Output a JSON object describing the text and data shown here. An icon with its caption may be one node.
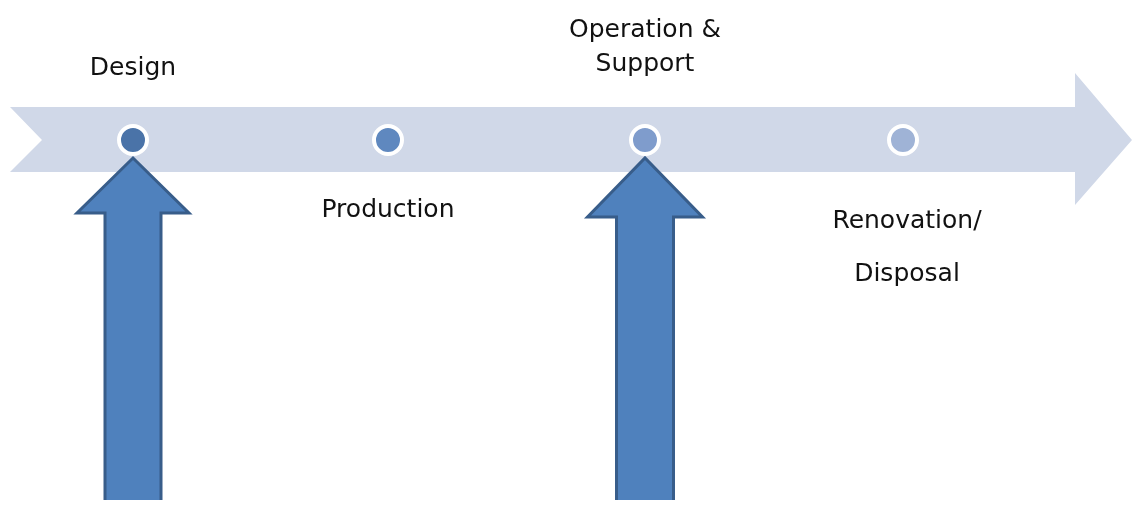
{
  "diagram": {
    "nodes": [
      {
        "text": [],
        "shape": "circle",
        "beside": [
          "Design"
        ]
      },
      {
        "text": [],
        "shape": "circle",
        "beside": [
          "Production"
        ]
      },
      {
        "text": [],
        "shape": "circle",
        "beside": [
          "Operation & Support"
        ]
      },
      {
        "text": [],
        "shape": "circle",
        "beside": [
          "Renovation/ Disposal"
        ]
      }
    ],
    "edges": [
      {
        "from": null,
        "to": 0,
        "arrow": "to",
        "style": "thick"
      },
      {
        "from": null,
        "to": 2,
        "arrow": "to",
        "style": "thick"
      }
    ]
  }
}
